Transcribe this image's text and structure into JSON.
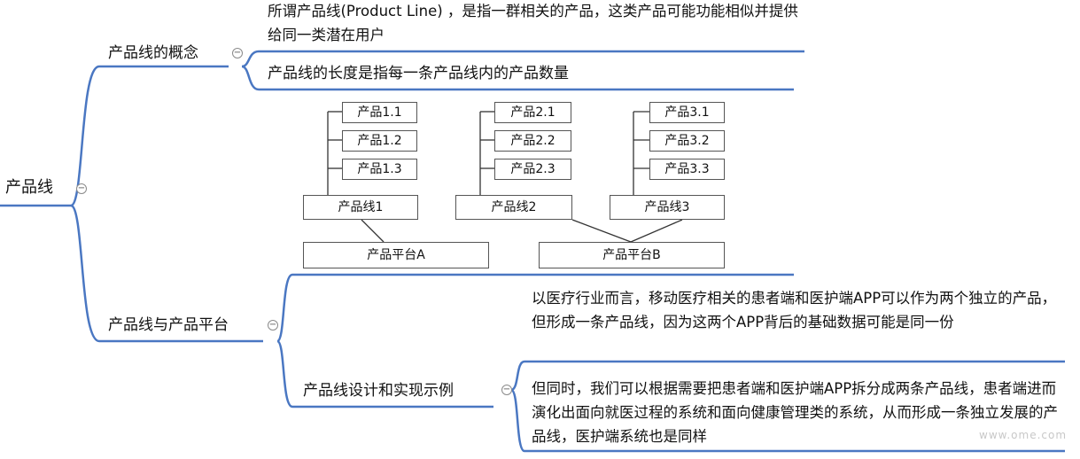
{
  "root": {
    "label": "产品线"
  },
  "concept": {
    "label": "产品线的概念",
    "def1": "所谓产品线(Product Line) ，是指一群相关的产品，这类产品可能功能相似并提供给同一类潜在用户",
    "def2": "产品线的长度是指每一条产品线内的产品数量"
  },
  "platform": {
    "label": "产品线与产品平台",
    "desc": "以医疗行业而言，移动医疗相关的患者端和医护端APP可以作为两个独立的产品，但形成一条产品线，因为这两个APP背后的基础数据可能是同一份",
    "example": {
      "label": "产品线设计和实现示例",
      "desc": "但同时，我们可以根据需要把患者端和医护端APP拆分成两条产品线，患者端进而演化出面向就医过程的系统和面向健康管理类的系统，从而形成一条独立发展的产品线，医护端系统也是同样"
    }
  },
  "diagram": {
    "products": [
      [
        "产品1.1",
        "产品1.2",
        "产品1.3"
      ],
      [
        "产品2.1",
        "产品2.2",
        "产品2.3"
      ],
      [
        "产品3.1",
        "产品3.2",
        "产品3.3"
      ]
    ],
    "lines": [
      "产品线1",
      "产品线2",
      "产品线3"
    ],
    "platforms": [
      "产品平台A",
      "产品平台B"
    ]
  },
  "collapse_symbol": "−",
  "watermark": "www.ome.com",
  "colors": {
    "branch": "#4a77c2",
    "connector": "#333333"
  }
}
